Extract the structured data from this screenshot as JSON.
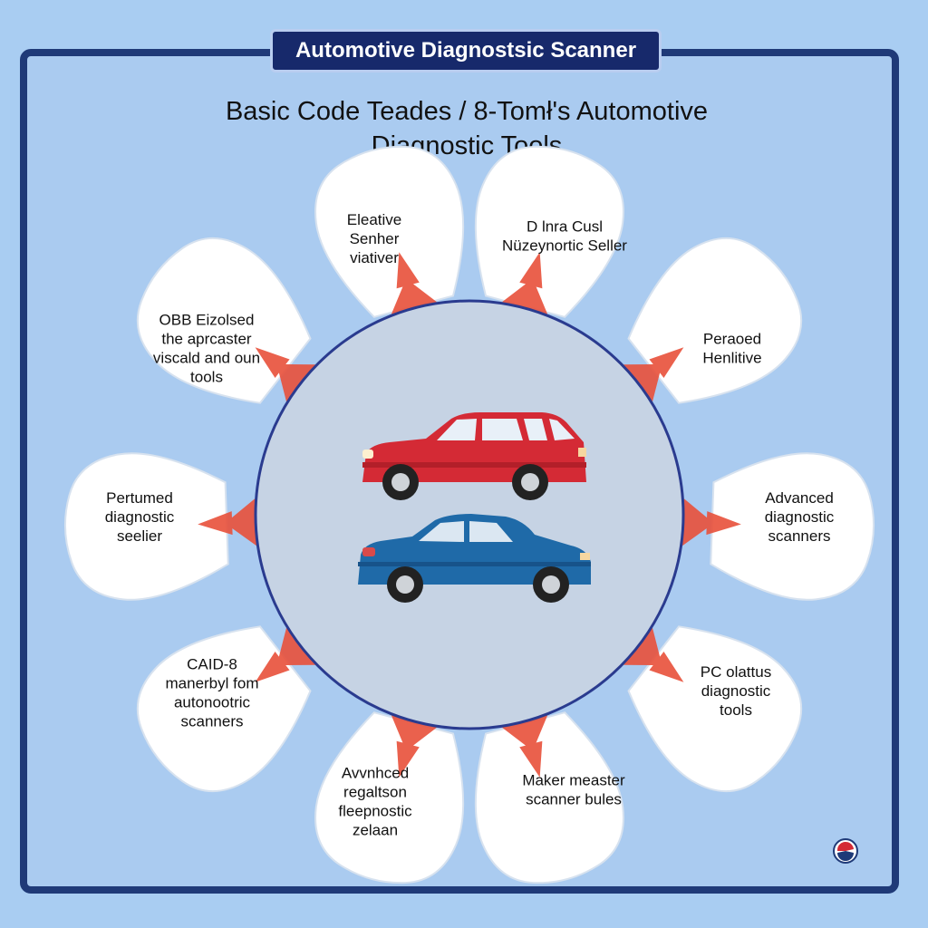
{
  "banner": {
    "title": "Automotive Diagnostsic Scanner"
  },
  "heading": {
    "line1": "Basic Code Teades / 8-Tomł's Automotive",
    "line2": "Diagnostic Tools"
  },
  "petals": [
    {
      "id": "top-left",
      "lines": [
        "Eleative",
        "Senher",
        "viativer"
      ]
    },
    {
      "id": "top-right",
      "lines": [
        "D lnra Cusl",
        "Nüzeynortic Seller"
      ]
    },
    {
      "id": "upper-right",
      "lines": [
        "Peraoed",
        "Henlitive"
      ]
    },
    {
      "id": "right",
      "lines": [
        "Advanced",
        "diagnostic",
        "scanners"
      ]
    },
    {
      "id": "lower-right",
      "lines": [
        "PC olattus",
        "diagnostic",
        "tools"
      ]
    },
    {
      "id": "bottom-right",
      "lines": [
        "Maker measter",
        "scanner bules"
      ]
    },
    {
      "id": "bottom-left",
      "lines": [
        "Avvnhced",
        "regaltson",
        "fleepnostic",
        "zelaan"
      ]
    },
    {
      "id": "lower-left",
      "lines": [
        "CAID-8",
        "manerbyl fom",
        "autonootric",
        "scanners"
      ]
    },
    {
      "id": "left",
      "lines": [
        "Pertumed",
        "diagnostic",
        "seelier"
      ]
    },
    {
      "id": "upper-left",
      "lines": [
        "OBB Eizolsed",
        "the aprcaster",
        "viscald and oun",
        "tools"
      ]
    }
  ],
  "icons": {
    "center": [
      "red-hatchback-icon",
      "blue-sedan-icon"
    ],
    "logo": "brand-logo-icon"
  },
  "logo": {
    "caption": ""
  },
  "colors": {
    "background": "#a9cdf2",
    "frame": "#1f3a78",
    "banner": "#17296b",
    "center_circle": "#c6d3e4",
    "arrow": "#e8503a",
    "car_red": "#d42a35",
    "car_blue": "#1f6aa8"
  }
}
